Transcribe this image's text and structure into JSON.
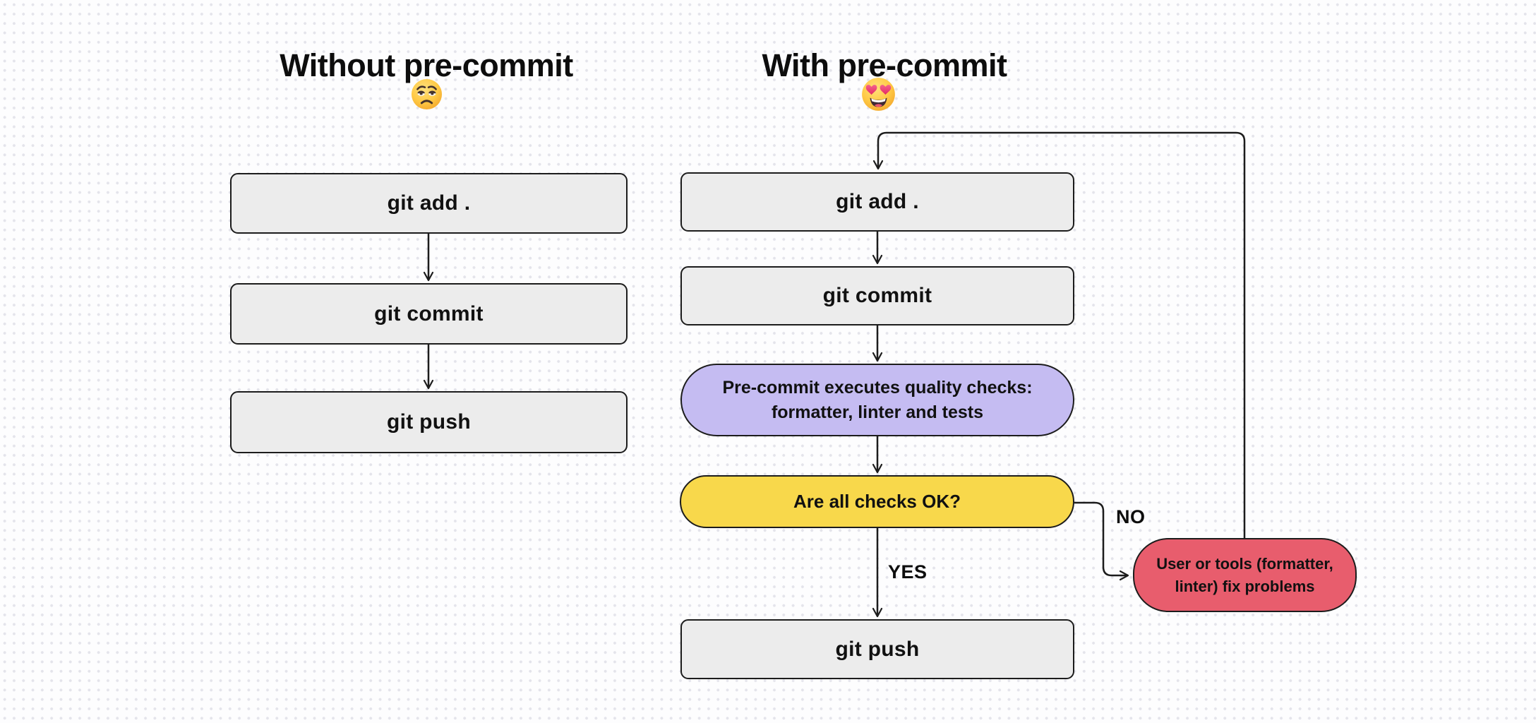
{
  "left": {
    "title": "Without pre-commit",
    "emoji_char": "😒",
    "steps": [
      "git add .",
      "git commit",
      "git push"
    ]
  },
  "right": {
    "title": "With pre-commit",
    "emoji_char": "😍",
    "step_add": "git add .",
    "step_commit": "git commit",
    "quality_check": {
      "lines": [
        "Pre-commit executes quality checks:",
        "formatter, linter and tests"
      ]
    },
    "decision": {
      "label": "Are all checks OK?"
    },
    "edge_yes": "YES",
    "edge_no": "NO",
    "fix_box": {
      "lines": [
        "User or tools (formatter,",
        "linter) fix problems"
      ]
    },
    "step_push": "git push"
  },
  "colors": {
    "step_fill": "#ececec",
    "border": "#1c1c1c",
    "quality_check_fill": "#c5bcf2",
    "decision_fill": "#f8d84b",
    "fix_fill": "#e85d6d",
    "background_dots": "#e4e4eb"
  }
}
